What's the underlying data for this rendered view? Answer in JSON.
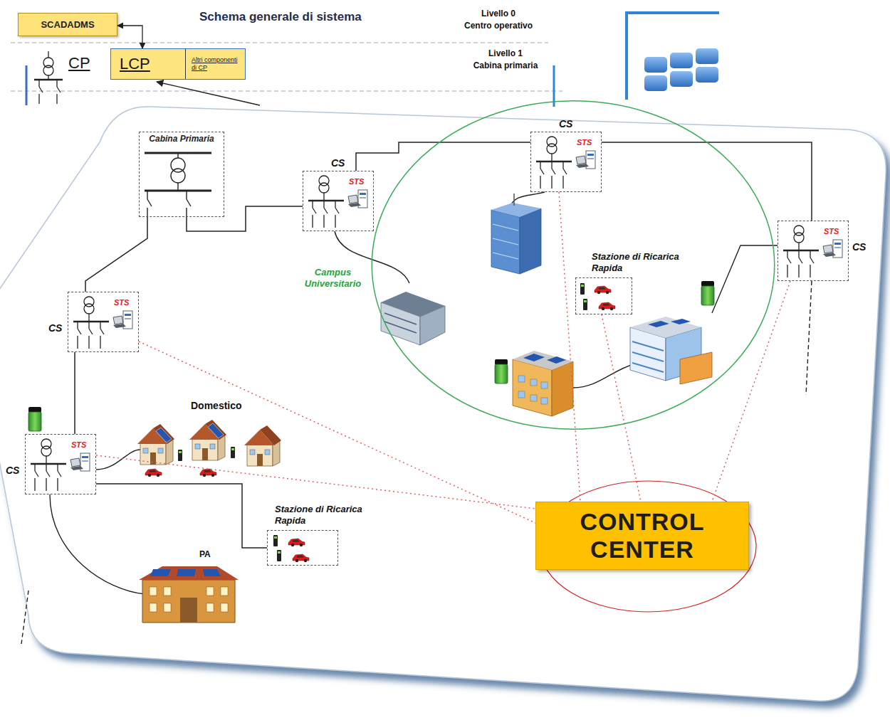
{
  "diagram": {
    "title": "Schema generale di sistema",
    "nodes": [
      {
        "text": [
          "SCADADMS"
        ]
      },
      {
        "text": [
          "LCP",
          "Altri componenti di CP"
        ]
      },
      {
        "text": [
          "Cabina Primaria"
        ]
      },
      {
        "text": [
          "CS",
          "STS"
        ]
      },
      {
        "text": [
          "Campus Universitario"
        ]
      },
      {
        "text": [
          "CS",
          "STS"
        ],
        "in": 4
      },
      {
        "text": [
          "Stazione di Ricarica Rapida"
        ],
        "in": 4
      },
      {
        "text": [
          "CS",
          "STS"
        ]
      },
      {
        "text": [
          "CS",
          "STS"
        ]
      },
      {
        "text": [
          "CS",
          "STS"
        ]
      },
      {
        "text": [
          "Stazione di Ricarica Rapida"
        ]
      },
      {
        "text": [
          "CONTROL CENTER"
        ]
      }
    ],
    "edges": [
      {
        "from": 0,
        "to": 1,
        "arrow": "both"
      },
      {
        "from": 2,
        "to": 3,
        "arrow": "none"
      },
      {
        "from": 3,
        "to": 5,
        "arrow": "none"
      },
      {
        "from": 5,
        "to": 7,
        "arrow": "none"
      },
      {
        "from": 2,
        "to": 8,
        "arrow": "none"
      },
      {
        "from": 8,
        "to": 9,
        "arrow": "none"
      },
      {
        "from": 9,
        "to": 10,
        "arrow": "none"
      },
      {
        "from": 5,
        "to": 11,
        "arrow": "none"
      },
      {
        "from": 6,
        "to": 11,
        "arrow": "none"
      },
      {
        "from": 7,
        "to": 11,
        "arrow": "none"
      },
      {
        "from": 8,
        "to": 11,
        "arrow": "none"
      },
      {
        "from": 9,
        "to": 11,
        "arrow": "none"
      }
    ],
    "labels": [
      "Livello 0",
      "Centro operativo",
      "Livello 1",
      "Cabina primaria",
      "CP",
      "Domestico",
      "PA"
    ]
  }
}
